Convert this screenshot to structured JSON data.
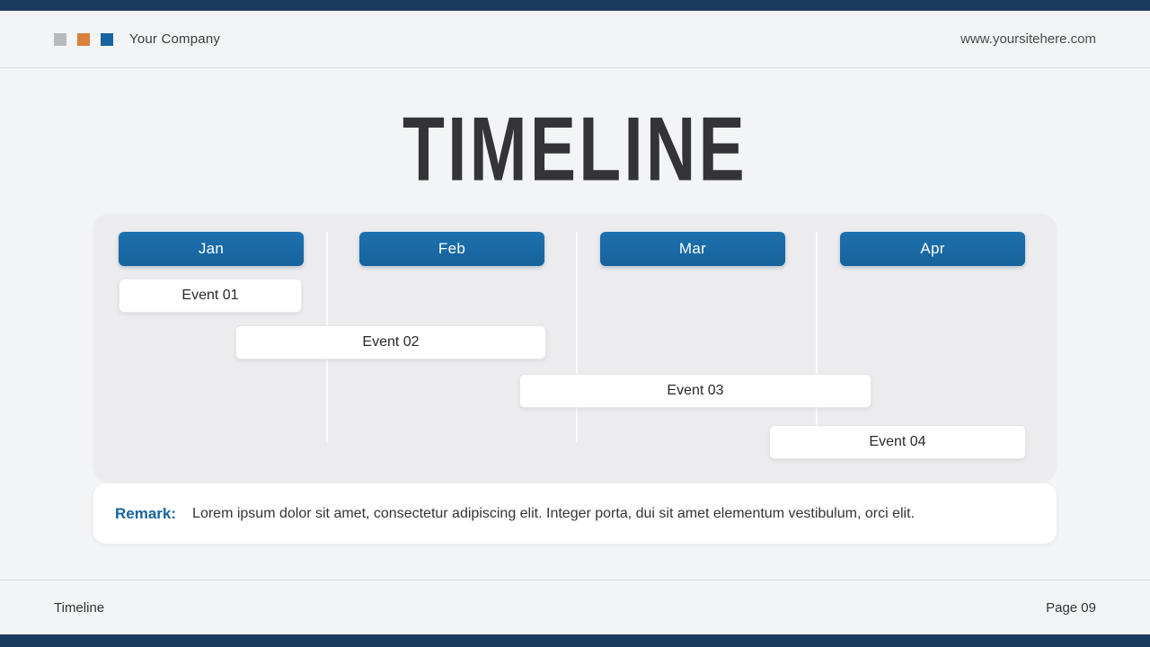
{
  "colors": {
    "navy": "#1b3a5e",
    "blue": "#17659f",
    "page_background": "#f3f4f6",
    "panel_background": "#ececee"
  },
  "header": {
    "company": "Your Company",
    "website": "www.yoursitehere.com",
    "logo_squares": [
      "gray-square",
      "orange-square",
      "blue-square"
    ]
  },
  "title": "TIMELINE",
  "timeline": {
    "months": [
      "Jan",
      "Feb",
      "Mar",
      "Apr"
    ],
    "events": [
      {
        "label": "Event 01"
      },
      {
        "label": "Event 02"
      },
      {
        "label": "Event 03"
      },
      {
        "label": "Event 04"
      }
    ]
  },
  "remark": {
    "label": "Remark:",
    "text": "Lorem ipsum dolor sit amet, consectetur adipiscing elit. Integer porta, dui sit amet elementum vestibulum, orci elit."
  },
  "footer": {
    "left": "Timeline",
    "right": "Page 09"
  }
}
